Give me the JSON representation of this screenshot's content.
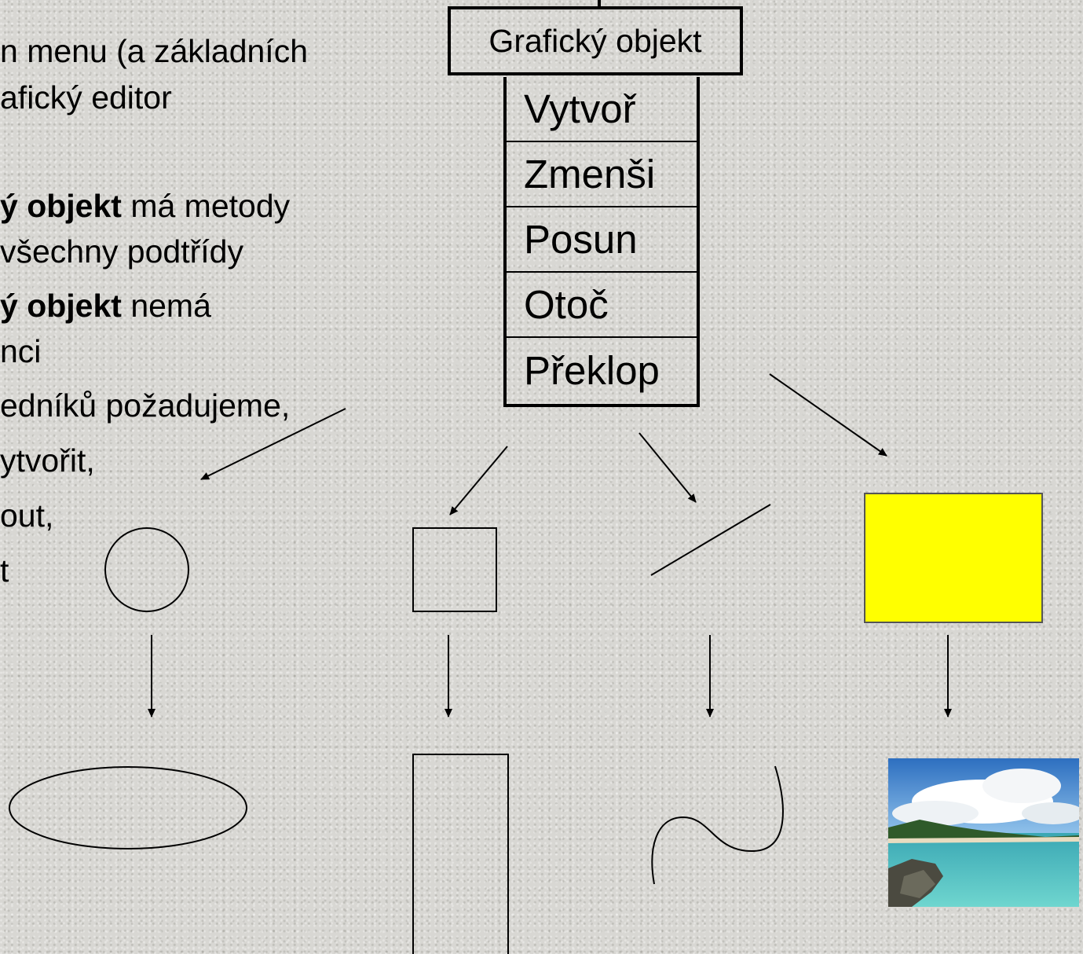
{
  "text_lines": [
    {
      "parts": [
        {
          "t": "n menu (a základních",
          "b": false
        }
      ]
    },
    {
      "parts": [
        {
          "t": "afický editor",
          "b": false
        }
      ]
    },
    {
      "parts": [
        {
          "t": "ý objekt",
          "b": true
        },
        {
          "t": " má metody",
          "b": false
        }
      ]
    },
    {
      "parts": [
        {
          "t": "všechny podtřídy",
          "b": false
        }
      ]
    },
    {
      "parts": [
        {
          "t": "ý objekt",
          "b": true
        },
        {
          "t": " nemá",
          "b": false
        }
      ]
    },
    {
      "parts": [
        {
          "t": "nci",
          "b": false
        }
      ]
    },
    {
      "parts": [
        {
          "t": "edníků požadujeme,",
          "b": false
        }
      ]
    },
    {
      "parts": [
        {
          "t": "ytvořit,",
          "b": false
        }
      ]
    },
    {
      "parts": [
        {
          "t": "out,",
          "b": false
        }
      ]
    },
    {
      "parts": [
        {
          "t": "t",
          "b": false
        }
      ]
    }
  ],
  "class_box": {
    "title": "Grafický objekt",
    "methods": [
      "Vytvoř",
      "Zmenši",
      "Posun",
      "Otoč",
      "Překlop"
    ]
  },
  "colors": {
    "fill_rect": "#ffff00",
    "line": "#000000"
  }
}
